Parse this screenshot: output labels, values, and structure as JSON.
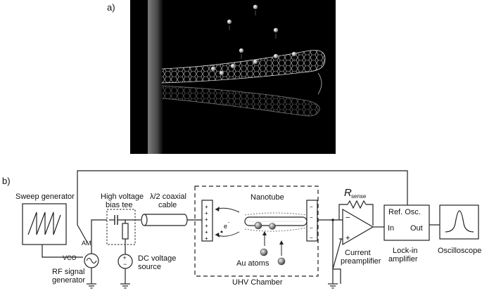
{
  "panel_a": {
    "label": "a)"
  },
  "panel_b": {
    "label": "b)"
  },
  "components": {
    "sweep_generator": "Sweep generator",
    "vco": "VCO",
    "am": "AM",
    "rf_signal_generator_l1": "RF signal",
    "rf_signal_generator_l2": "generator",
    "bias_tee_l1": "High voltage",
    "bias_tee_l2": "bias tee",
    "dc_source_l1": "DC voltage",
    "dc_source_l2": "source",
    "coax_l1": "λ/2 coaxial",
    "coax_l2": "cable",
    "nanotube": "Nanotube",
    "electron": "e",
    "electron_sup": "-",
    "au_atoms": "Au atoms",
    "uhv_chamber": "UHV Chamber",
    "r_sense_main": "R",
    "r_sense_sub": "sense",
    "preamp_l1": "Current",
    "preamp_l2": "preamplifier",
    "opamp_minus": "−",
    "opamp_plus": "+",
    "lockin_ref": "Ref. Osc.",
    "lockin_in": "In",
    "lockin_out": "Out",
    "lockin_l1": "Lock-in",
    "lockin_l2": "amplifier",
    "oscilloscope": "Oscilloscope",
    "plus_sign": "+",
    "minus_sign": "−"
  },
  "colors": {
    "micrograph_background": "#000000",
    "nanotube_lattice": "#bbbbbb",
    "gold_atom": "#9a9a9a"
  }
}
